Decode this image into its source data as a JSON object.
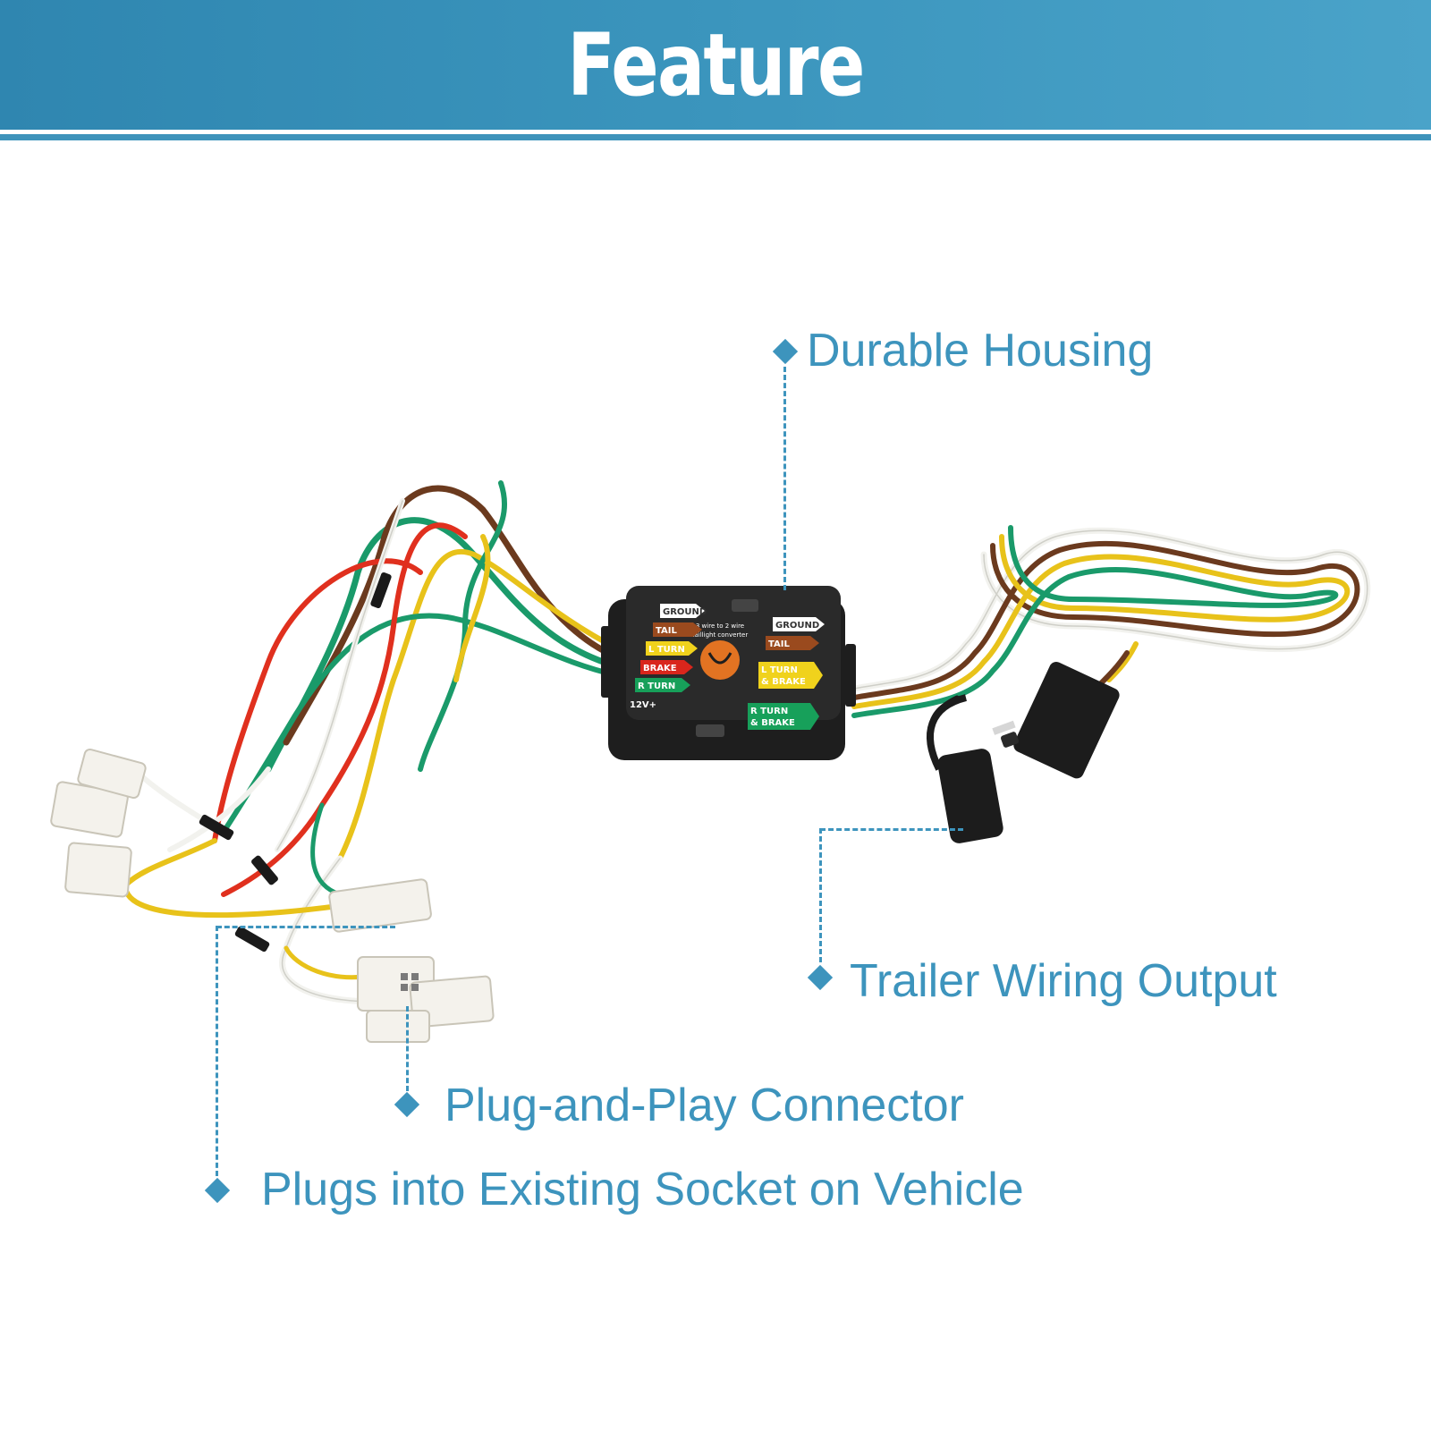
{
  "header": {
    "title": "Feature"
  },
  "callouts": [
    {
      "id": "durable-housing",
      "text": "Durable Housing"
    },
    {
      "id": "trailer-wiring-output",
      "text": "Trailer Wiring Output"
    },
    {
      "id": "plug-and-play-connector",
      "text": "Plug-and-Play Connector"
    },
    {
      "id": "plugs-into-socket",
      "text": "Plugs into Existing Socket on Vehicle"
    }
  ],
  "module": {
    "subtitle_line1": "3 wire to 2 wire",
    "subtitle_line2": "taillight converter",
    "left_labels": [
      "GROUND",
      "TAIL",
      "L TURN",
      "BRAKE",
      "R TURN",
      "12V+"
    ],
    "right_labels": [
      "GROUND",
      "TAIL",
      "L TURN",
      "& BRAKE",
      "R TURN",
      "& BRAKE"
    ]
  },
  "colors": {
    "accent": "#3d94bd",
    "banner": "#2f86b0",
    "wire_green": "#1a9a6a",
    "wire_yellow": "#e8c21a",
    "wire_brown": "#6b3a1e",
    "wire_red": "#e0301e",
    "wire_white": "#f2f2ee",
    "housing": "#1e1e1e"
  }
}
